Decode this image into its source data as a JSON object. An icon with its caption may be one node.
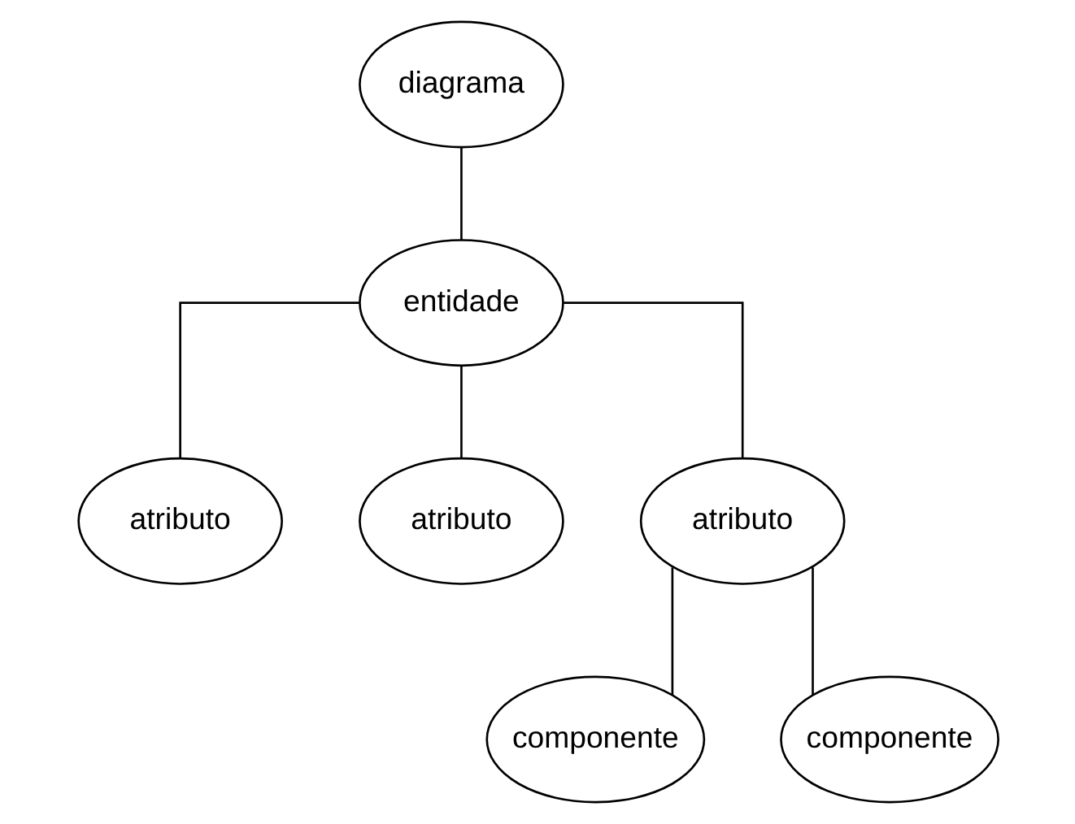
{
  "diagram": {
    "nodes": [
      {
        "text": [
          "diagrama"
        ]
      },
      {
        "text": [
          "entidade"
        ]
      },
      {
        "text": [
          "atributo"
        ]
      },
      {
        "text": [
          "atributo"
        ]
      },
      {
        "text": [
          "atributo"
        ]
      },
      {
        "text": [
          "componente"
        ]
      },
      {
        "text": [
          "componente"
        ]
      }
    ],
    "edges": [
      {
        "from": 0,
        "to": 1,
        "arrow": "none"
      },
      {
        "from": 1,
        "to": 2,
        "arrow": "none"
      },
      {
        "from": 1,
        "to": 3,
        "arrow": "none"
      },
      {
        "from": 1,
        "to": 4,
        "arrow": "none"
      },
      {
        "from": 4,
        "to": 5,
        "arrow": "none"
      },
      {
        "from": 4,
        "to": 6,
        "arrow": "none"
      }
    ]
  }
}
